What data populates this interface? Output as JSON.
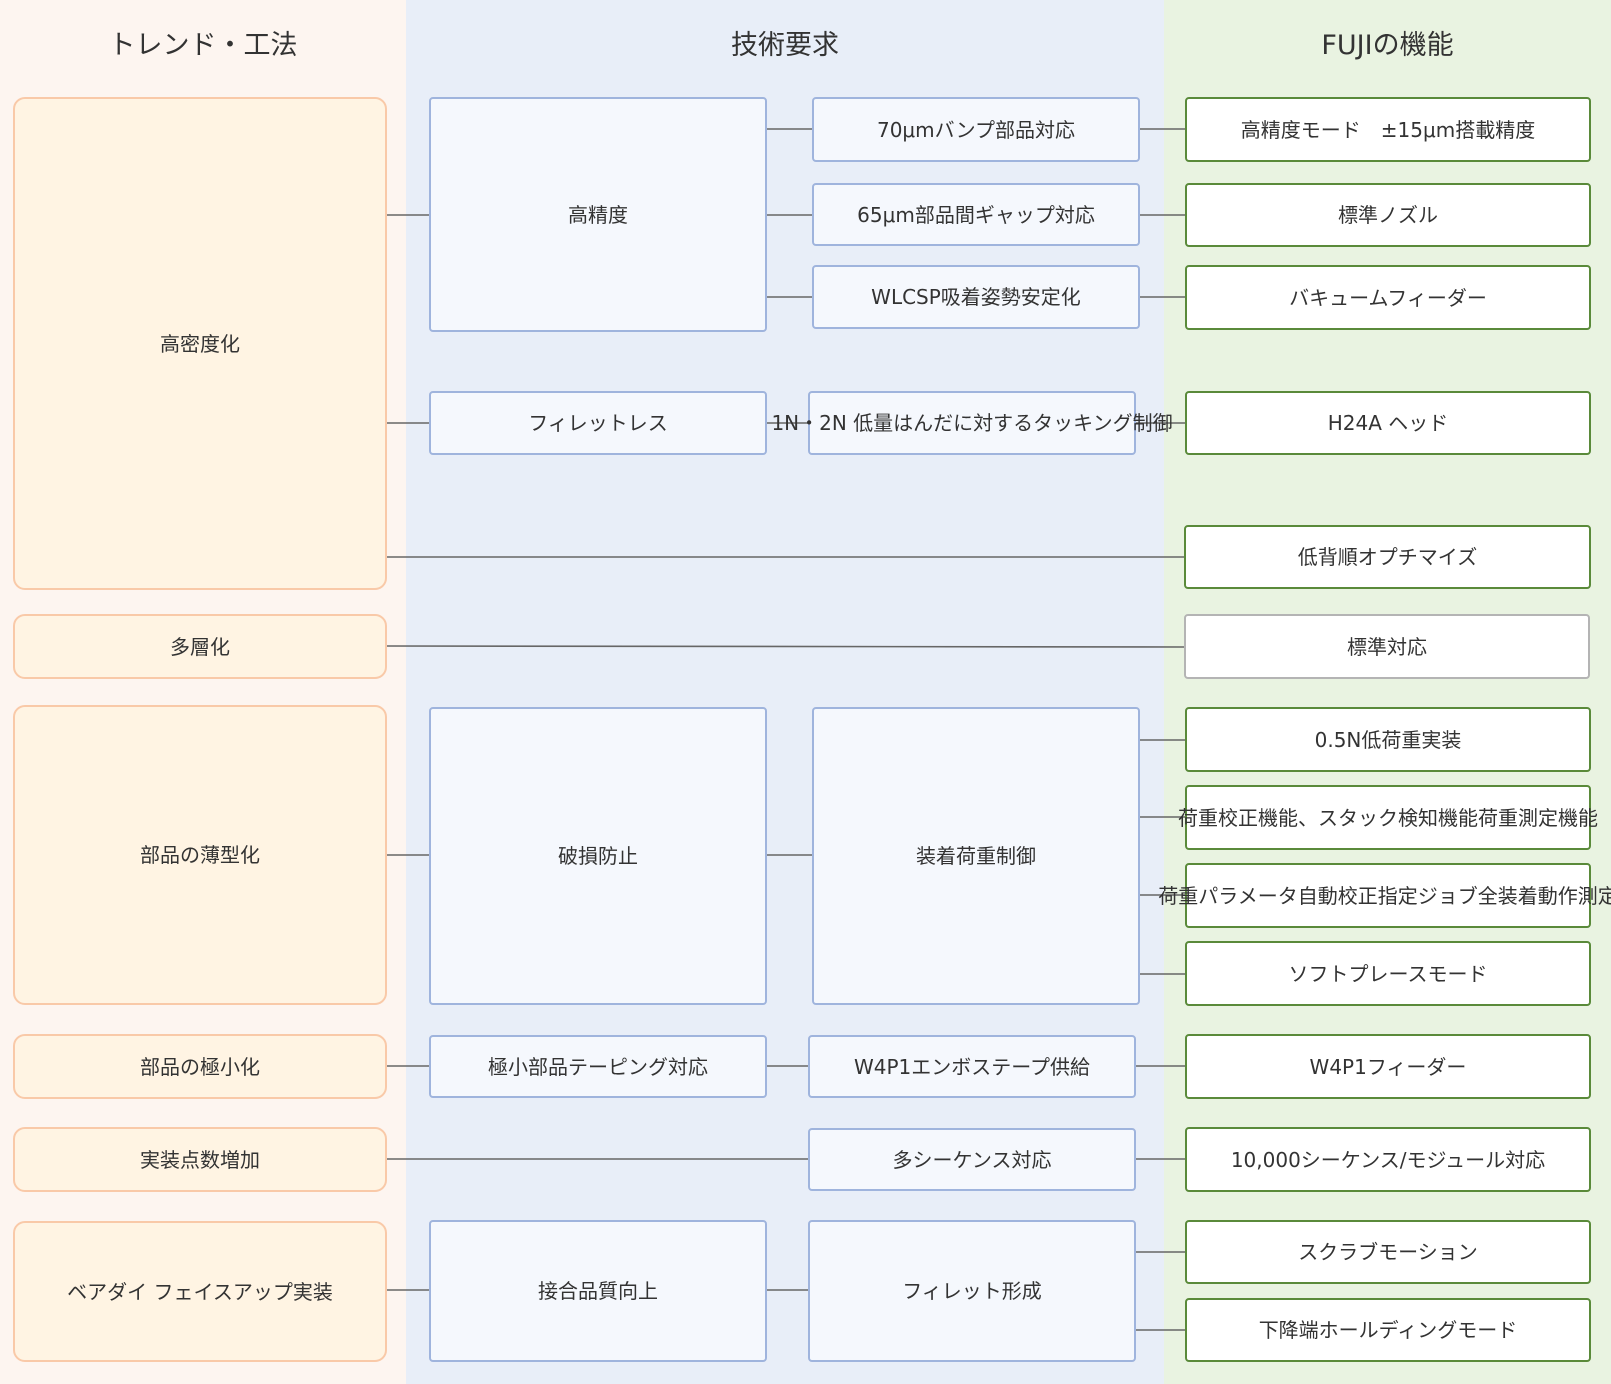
{
  "columns": {
    "trend": "トレンド・工法",
    "requirement": "技術要求",
    "fuji": "FUJIの機能"
  },
  "colors": {
    "trend_bg": "#fdf5f0",
    "requirement_bg": "#e8eef8",
    "fuji_bg": "#e9f3e1",
    "trend_border": "#f9c9a8",
    "trend_fill": "#fff4e3",
    "requirement_border": "#9fb4dd",
    "fuji_border": "#5a8a3a",
    "line": "#666666"
  },
  "trends": {
    "high_density": "高密度化",
    "multilayer": "多層化",
    "thin": "部品の薄型化",
    "miniature": "部品の極小化",
    "more_points": "実装点数増加",
    "bare_die": "ベアダイ フェイスアップ実装"
  },
  "requirements_primary": {
    "high_precision": "高精度",
    "filletless": "フィレットレス",
    "damage_prevention": "破損防止",
    "tiny_taping": "極小部品テーピング対応",
    "bond_quality": "接合品質向上"
  },
  "requirements_secondary": {
    "bump70": "70μmバンプ部品対応",
    "gap65": [
      "65μm部品間ギャップ対応"
    ],
    "wlcsp": "WLCSP吸着姿勢安定化",
    "tacking": [
      "1N・2N 低量はんだに対する",
      "タッキング制御"
    ],
    "load_control": "装着荷重制御",
    "w4p1_emboss": "W4P1エンボステープ供給",
    "multi_sequence": "多シーケンス対応",
    "fillet_forming": "フィレット形成"
  },
  "fuji_functions": {
    "high_precision_mode": "高精度モード　±15μm搭載精度",
    "standard_nozzle": "標準ノズル",
    "vacuum_feeder": "バキュームフィーダー",
    "h24a_head": "H24A ヘッド",
    "low_profile_opt": "低背順オプチマイズ",
    "standard_support": "標準対応",
    "low_load": "0.5N低荷重実装",
    "load_calibration": [
      "荷重校正機能、スタック検知機能",
      "荷重測定機能"
    ],
    "load_param": [
      "荷重パラメータ自動校正",
      "指定ジョブ全装着動作測定"
    ],
    "soft_place": "ソフトプレースモード",
    "w4p1_feeder": "W4P1フィーダー",
    "sequence_module": "10,000シーケンス/モジュール対応",
    "scrub_motion": "スクラブモーション",
    "hold_mode": "下降端ホールディングモード"
  }
}
